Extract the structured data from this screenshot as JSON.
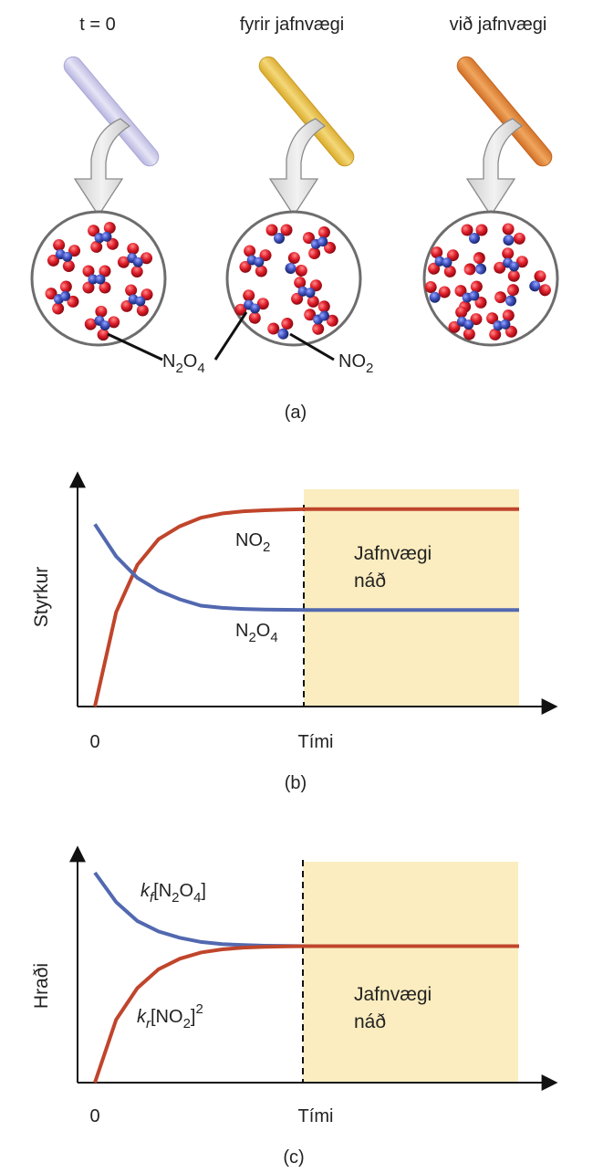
{
  "panel_a": {
    "stage_labels": [
      "t = 0",
      "fyrir jafnvægi",
      "við jafnvægi"
    ],
    "n2o4_label": {
      "main": "N",
      "sub1": "2",
      "mid": "O",
      "sub2": "4"
    },
    "no2_label": {
      "main": "NO",
      "sub": "2"
    },
    "caption": "(a)",
    "tube_colors": [
      "#c9c7e8",
      "#e7c24a",
      "#e08a3a"
    ]
  },
  "panel_b": {
    "ylabel": "Styrkur",
    "xlabel": "Tími",
    "x_origin": "0",
    "no2_label": {
      "main": "NO",
      "sub": "2"
    },
    "n2o4_label": {
      "main": "N",
      "sub1": "2",
      "mid": "O",
      "sub2": "4"
    },
    "region_label": [
      "Jafnvægi",
      "náð"
    ],
    "caption": "(b)"
  },
  "panel_c": {
    "ylabel": "Hraði",
    "xlabel": "Tími",
    "x_origin": "0",
    "forward_label": {
      "k": "k",
      "ksub": "f",
      "open": "[N",
      "s1": "2",
      "mid": "O",
      "s2": "4",
      "close": "]"
    },
    "reverse_label": {
      "k": "k",
      "ksub": "r",
      "open": "[NO",
      "s1": "2",
      "close": "]",
      "sup": "2"
    },
    "region_label": [
      "Jafnvægi",
      "náð"
    ],
    "caption": "(c)"
  },
  "colors": {
    "no2": "#c0452b",
    "n2o4": "#5268b0",
    "equilibrium_region": "#fbedbf",
    "axis": "#111111"
  },
  "chart_data": [
    {
      "type": "line",
      "title": "",
      "xlabel": "Tími",
      "ylabel": "Styrkur",
      "x": [
        0,
        0.5,
        1,
        1.5,
        2,
        2.5,
        3,
        3.5,
        4,
        4.5,
        5,
        6,
        7,
        8,
        9,
        10
      ],
      "series": [
        {
          "name": "NO2",
          "values": [
            0,
            0.44,
            0.66,
            0.78,
            0.84,
            0.88,
            0.9,
            0.91,
            0.915,
            0.918,
            0.92,
            0.92,
            0.92,
            0.92,
            0.92,
            0.92
          ]
        },
        {
          "name": "N2O4",
          "values": [
            0.85,
            0.7,
            0.6,
            0.54,
            0.5,
            0.47,
            0.46,
            0.455,
            0.452,
            0.451,
            0.45,
            0.45,
            0.45,
            0.45,
            0.45,
            0.45
          ]
        }
      ],
      "equilibrium_from_x": 5,
      "grid": false
    },
    {
      "type": "line",
      "title": "",
      "xlabel": "Tími",
      "ylabel": "Hraði",
      "x": [
        0,
        0.5,
        1,
        1.5,
        2,
        2.5,
        3,
        3.5,
        4,
        4.5,
        5,
        6,
        7,
        8,
        9,
        10
      ],
      "series": [
        {
          "name": "kf[N2O4]",
          "values": [
            1,
            0.86,
            0.77,
            0.72,
            0.69,
            0.67,
            0.66,
            0.655,
            0.652,
            0.651,
            0.65,
            0.65,
            0.65,
            0.65,
            0.65,
            0.65
          ]
        },
        {
          "name": "kr[NO2]^2",
          "values": [
            0,
            0.3,
            0.45,
            0.54,
            0.59,
            0.62,
            0.635,
            0.643,
            0.647,
            0.649,
            0.65,
            0.65,
            0.65,
            0.65,
            0.65,
            0.65
          ]
        }
      ],
      "equilibrium_from_x": 5,
      "grid": false
    }
  ]
}
